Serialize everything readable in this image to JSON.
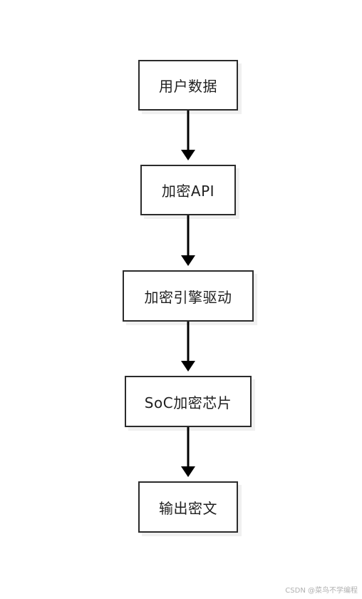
{
  "diagram": {
    "nodes": [
      {
        "id": "n0",
        "label": "用户数据"
      },
      {
        "id": "n1",
        "label": "加密API"
      },
      {
        "id": "n2",
        "label": "加密引擎驱动"
      },
      {
        "id": "n3",
        "label": "SoC加密芯片"
      },
      {
        "id": "n4",
        "label": "输出密文"
      }
    ],
    "edges": [
      {
        "from": "n0",
        "to": "n1"
      },
      {
        "from": "n1",
        "to": "n2"
      },
      {
        "from": "n2",
        "to": "n3"
      },
      {
        "from": "n3",
        "to": "n4"
      }
    ]
  },
  "watermark": "CSDN @菜鸟不学编程",
  "colors": {
    "stroke": "#2b2b2b",
    "arrow": "#000000",
    "background": "#ffffff"
  }
}
